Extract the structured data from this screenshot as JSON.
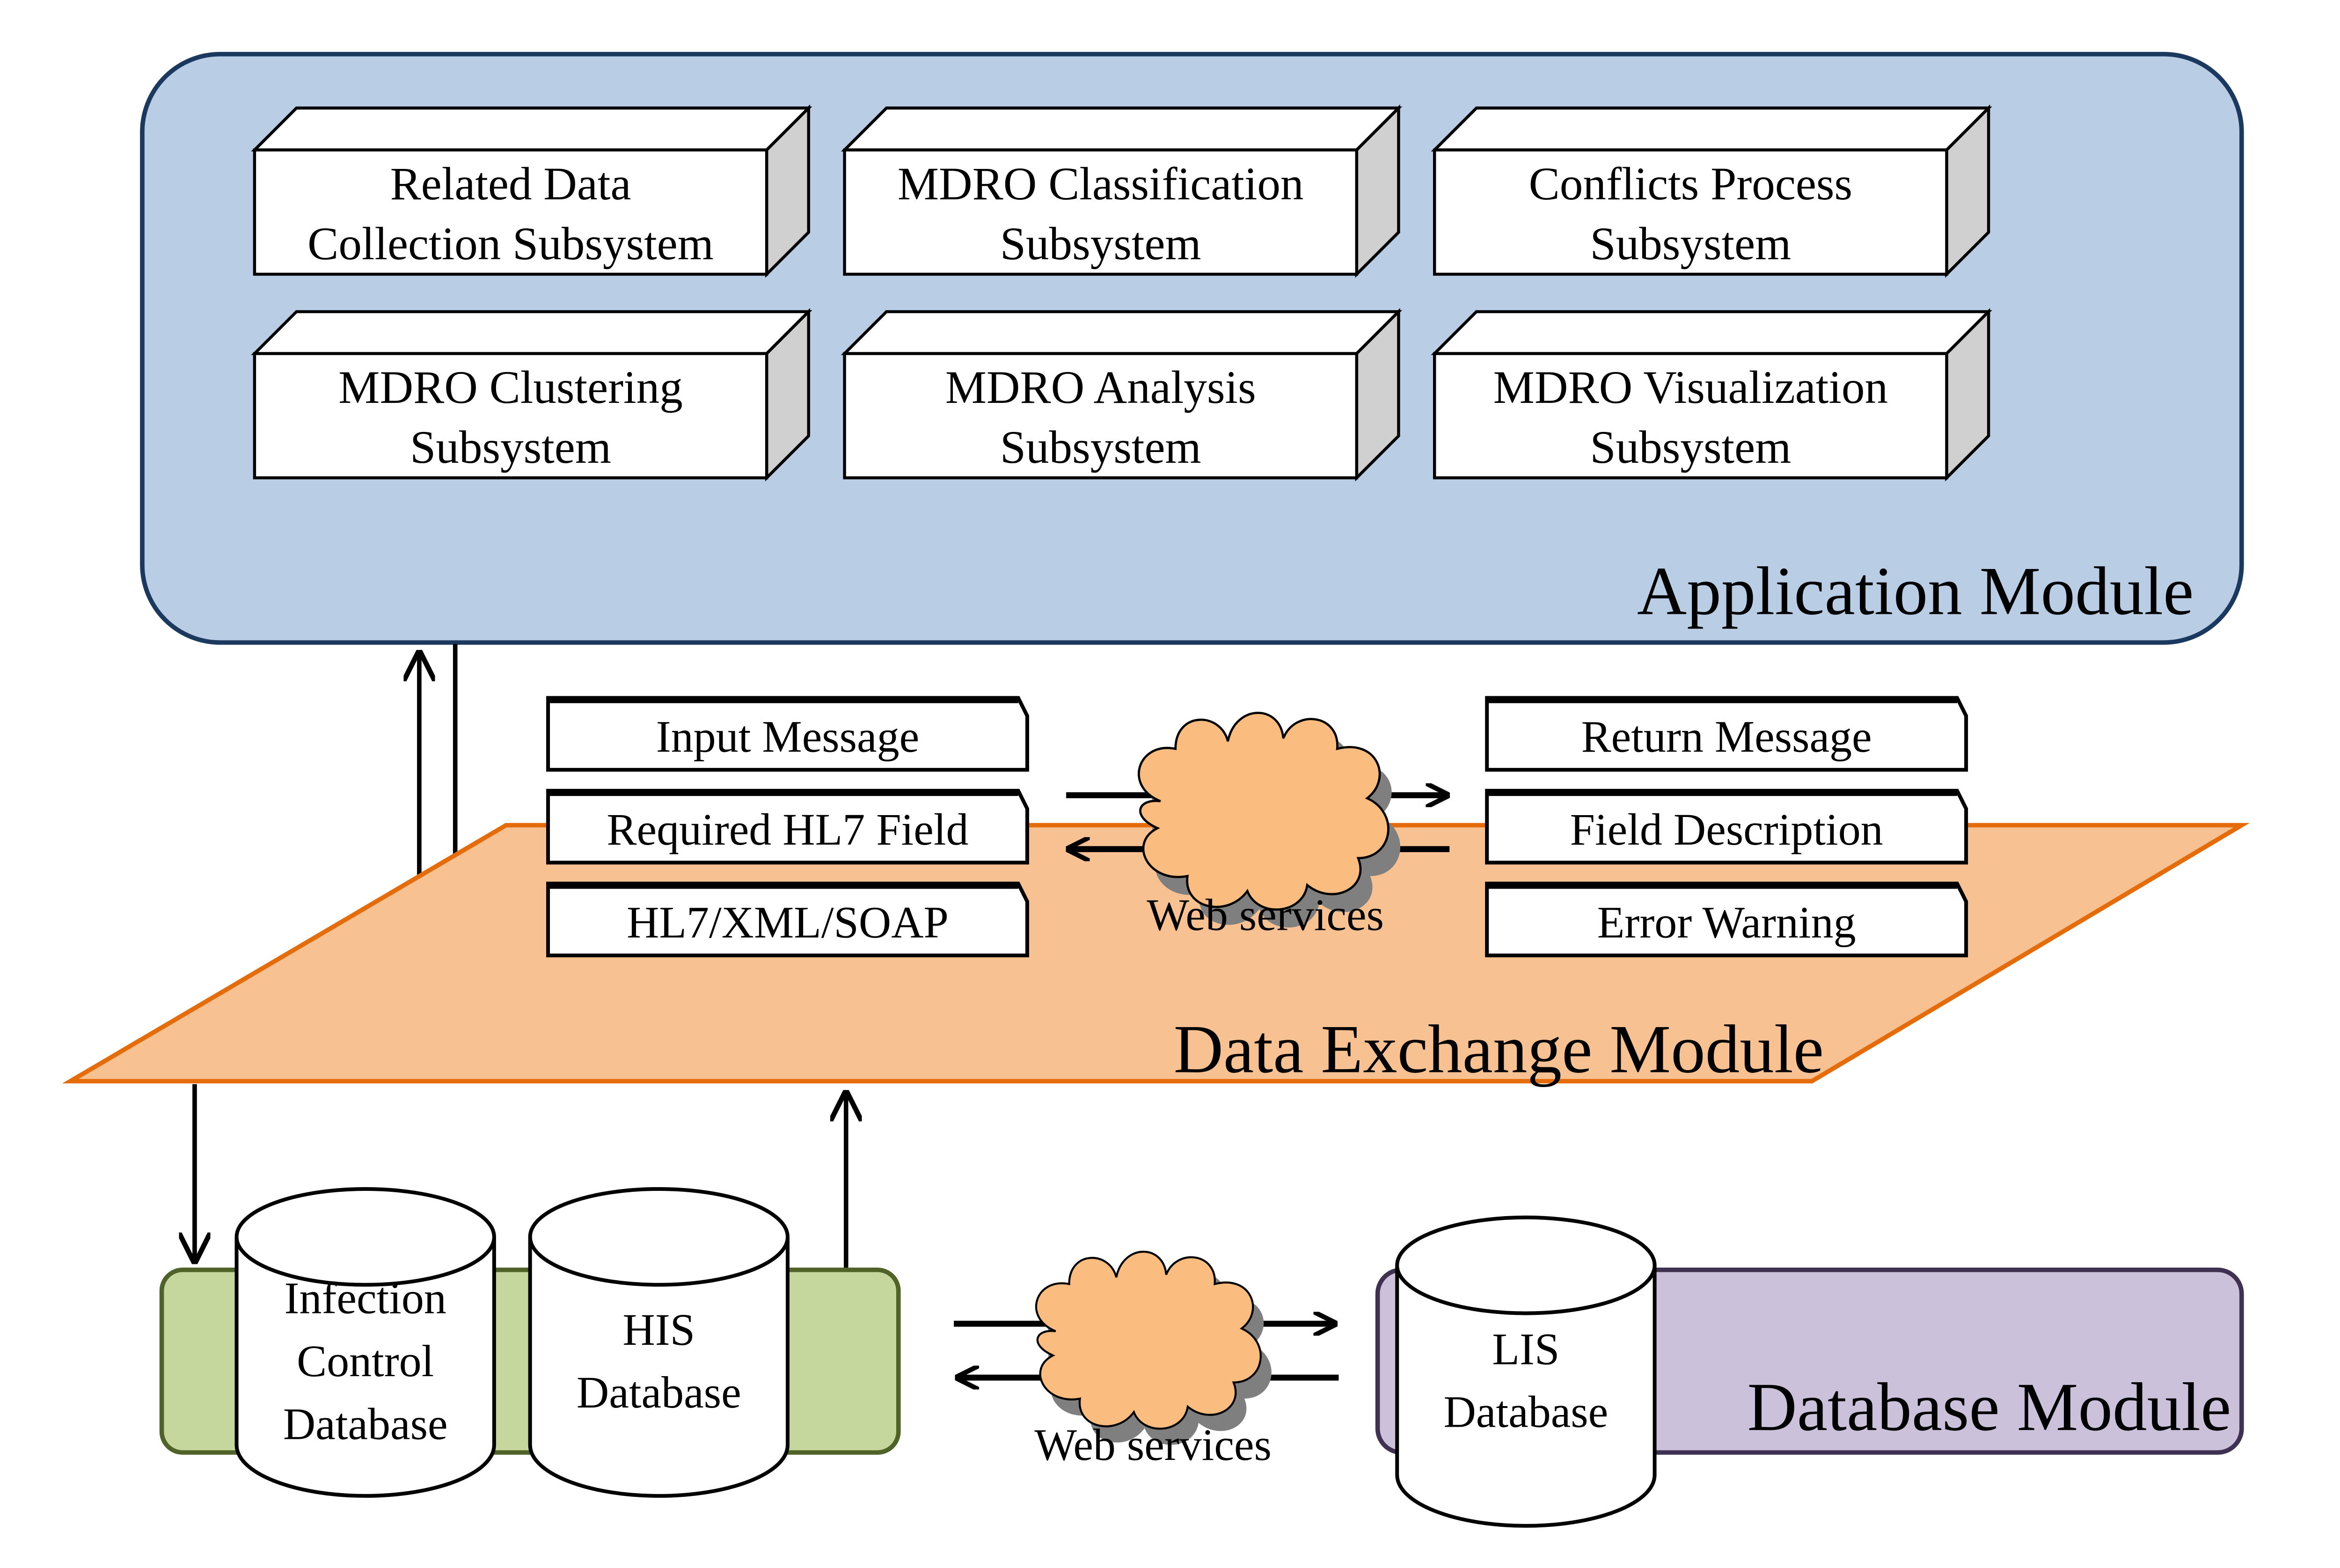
{
  "colors": {
    "application_fill": "#b9cde4",
    "application_stroke": "#1b385e",
    "exchange_fill": "#f8c192",
    "exchange_stroke": "#e46c0a",
    "local_db_fill": "#c5d79d",
    "local_db_stroke": "#4f6228",
    "remote_db_fill": "#ccc1da",
    "remote_db_stroke": "#3f3151",
    "cloud_fill": "#fbbc7f",
    "cloud_shadow": "#7f7f7f",
    "box_side": "#d0d0d0"
  },
  "application_module": {
    "label": "Application Module",
    "subsystems": [
      {
        "line1": "Related Data",
        "line2": "Collection Subsystem"
      },
      {
        "line1": "MDRO Classification",
        "line2": "Subsystem"
      },
      {
        "line1": "Conflicts Process",
        "line2": "Subsystem"
      },
      {
        "line1": "MDRO Clustering",
        "line2": "Subsystem"
      },
      {
        "line1": "MDRO Analysis",
        "line2": "Subsystem"
      },
      {
        "line1": "MDRO Visualization",
        "line2": "Subsystem"
      }
    ]
  },
  "data_exchange_module": {
    "label": "Data Exchange Module",
    "left_messages": [
      "Input Message",
      "Required HL7 Field",
      "HL7/XML/SOAP"
    ],
    "right_messages": [
      "Return Message",
      "Field Description",
      "Error Warning"
    ],
    "web_services_label": "Web services"
  },
  "database_module": {
    "label": "Database Module",
    "local_databases": [
      {
        "lines": [
          "Infection",
          "Control",
          "Database"
        ]
      },
      {
        "lines": [
          "HIS",
          "Database"
        ]
      }
    ],
    "remote_database": {
      "lines": [
        "LIS",
        "Database"
      ]
    },
    "web_services_label": "Web services"
  }
}
